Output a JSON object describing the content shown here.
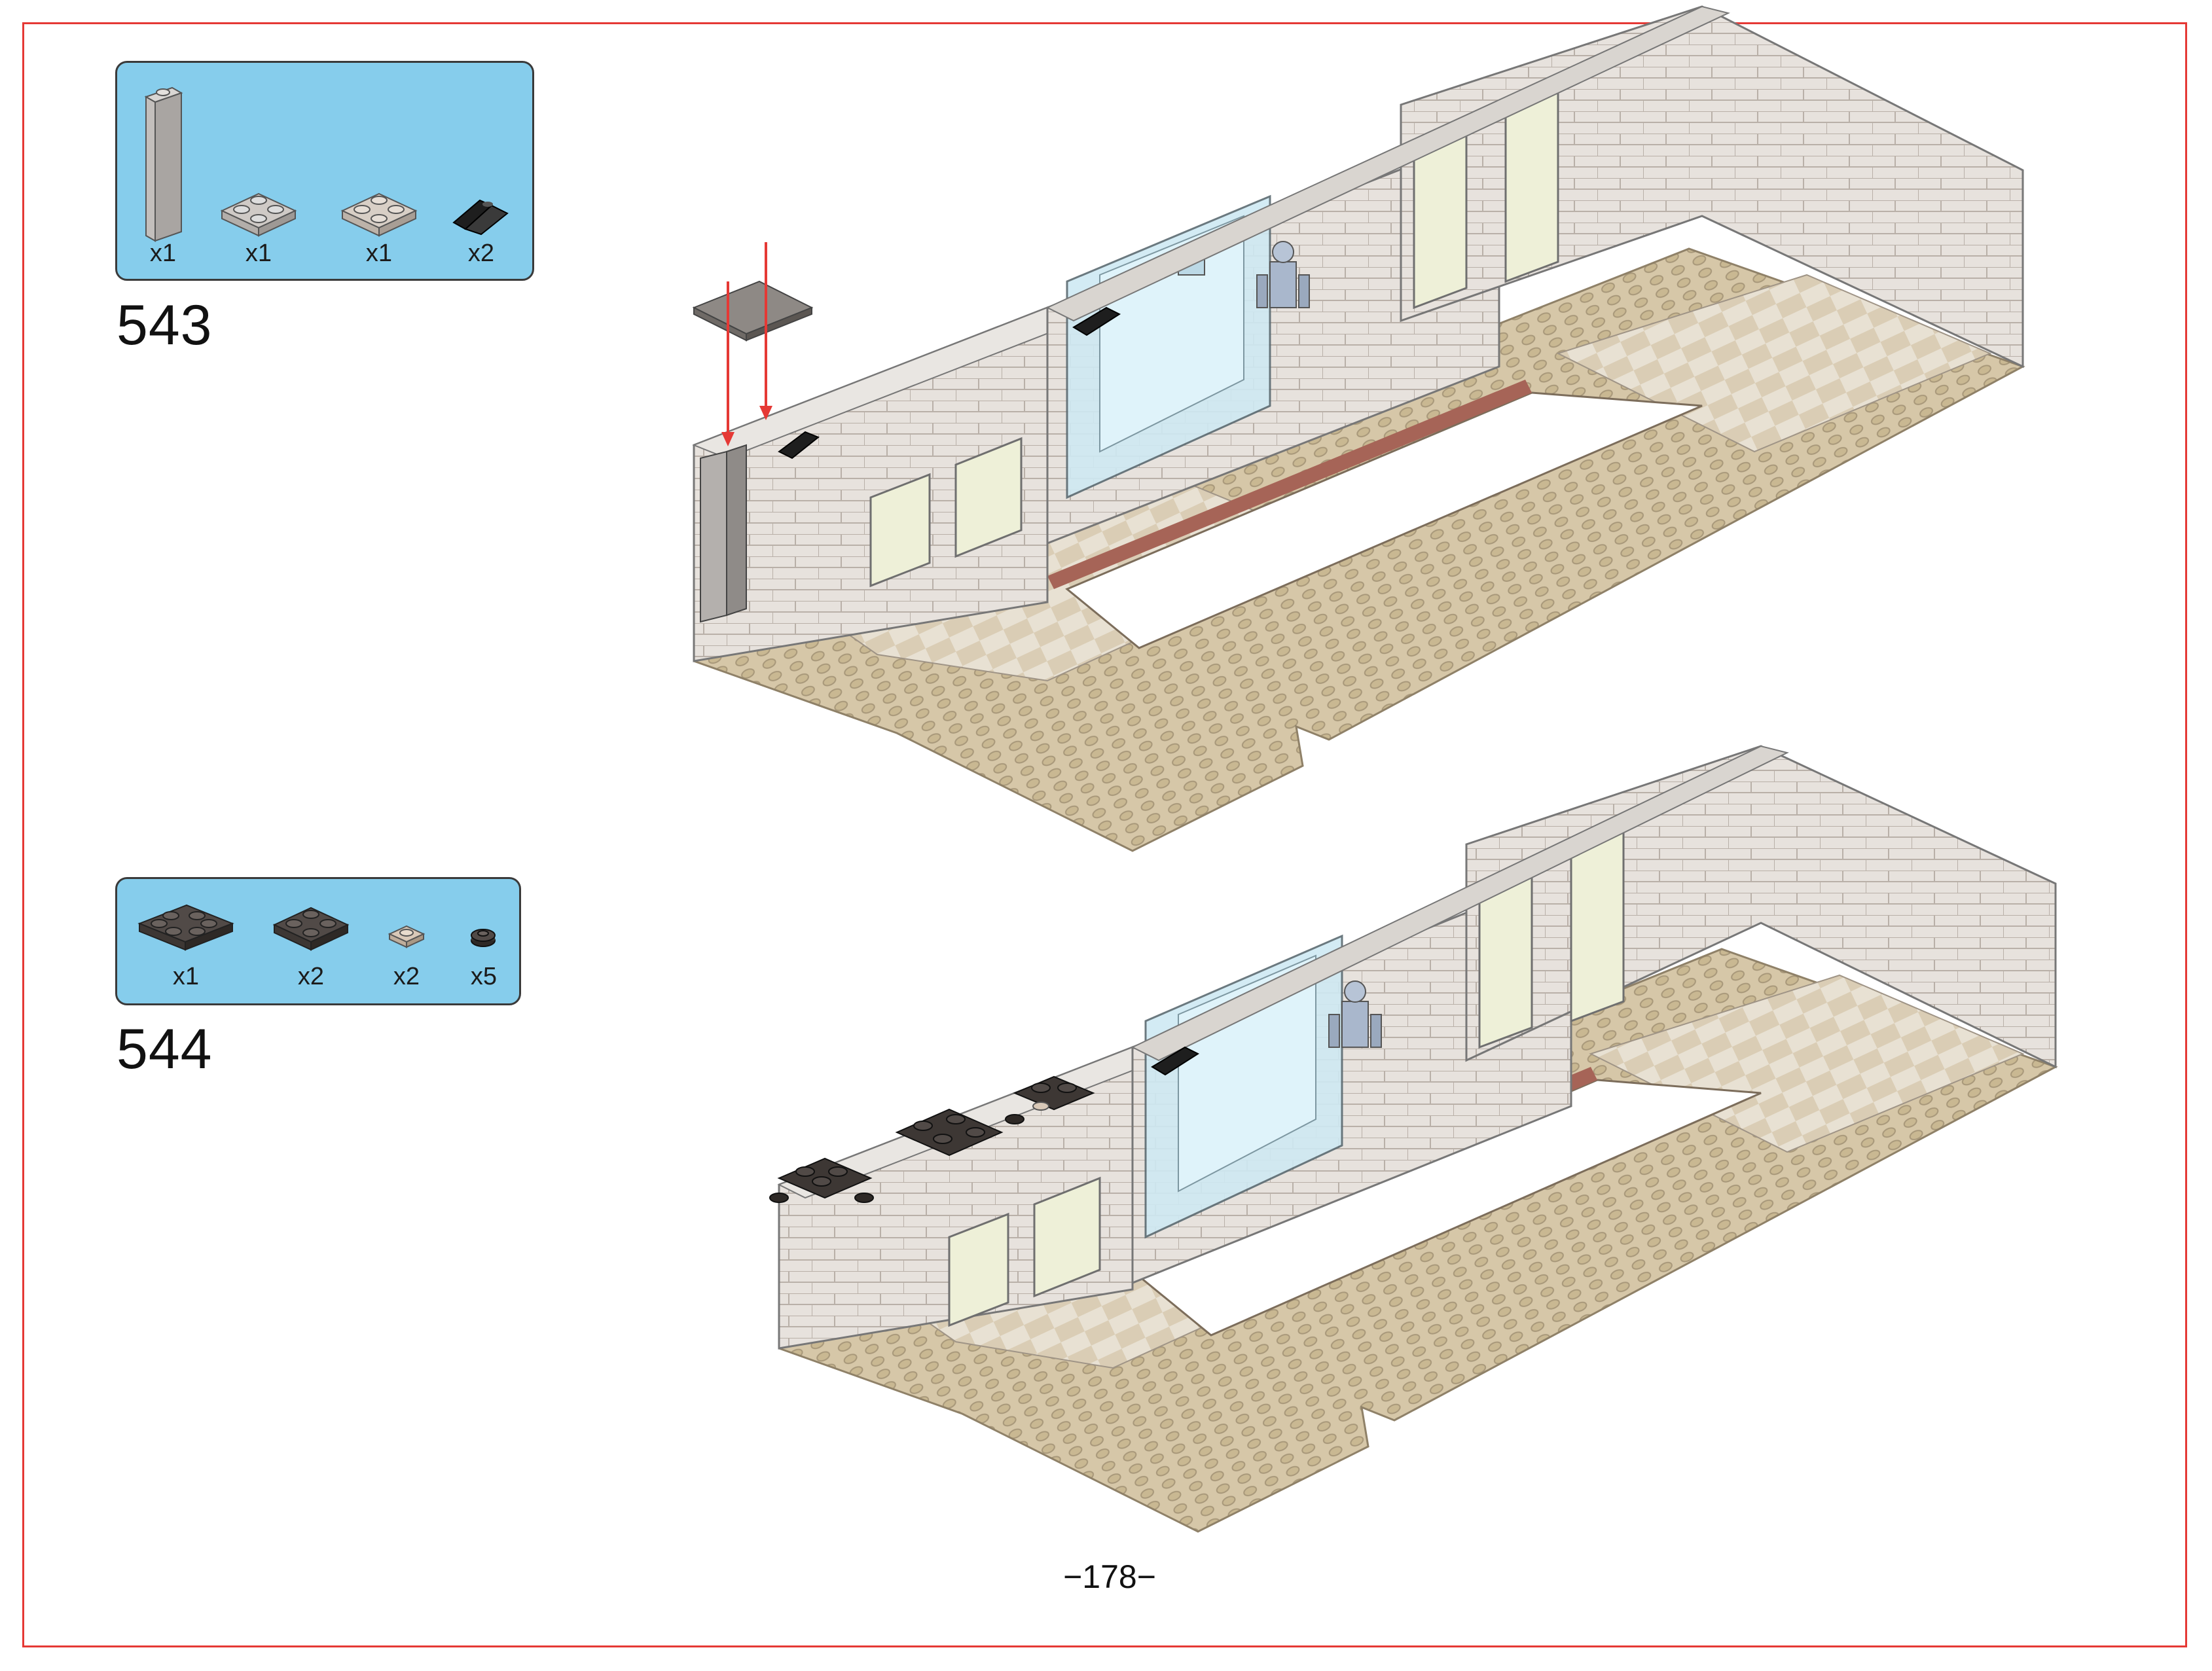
{
  "colors": {
    "frame_border": "#e53935",
    "parts_box_bg": "#86cdec",
    "arrow": "#e53935"
  },
  "steps": [
    {
      "number": "543",
      "parts": [
        {
          "icon": "light-gray-tall-brick-icon",
          "qty": "x1"
        },
        {
          "icon": "light-gray-plate-2x2-icon",
          "qty": "x1"
        },
        {
          "icon": "tan-gray-plate-2x2-icon",
          "qty": "x1"
        },
        {
          "icon": "black-slope-icon",
          "qty": "x2"
        }
      ]
    },
    {
      "number": "544",
      "parts": [
        {
          "icon": "dark-gray-plate-2x3-icon",
          "qty": "x1"
        },
        {
          "icon": "dark-gray-plate-2x2-icon",
          "qty": "x2"
        },
        {
          "icon": "tan-round-plate-1x1-icon",
          "qty": "x2"
        },
        {
          "icon": "dark-gray-round-plate-icon",
          "qty": "x5"
        }
      ]
    }
  ],
  "page_number": "−178−"
}
